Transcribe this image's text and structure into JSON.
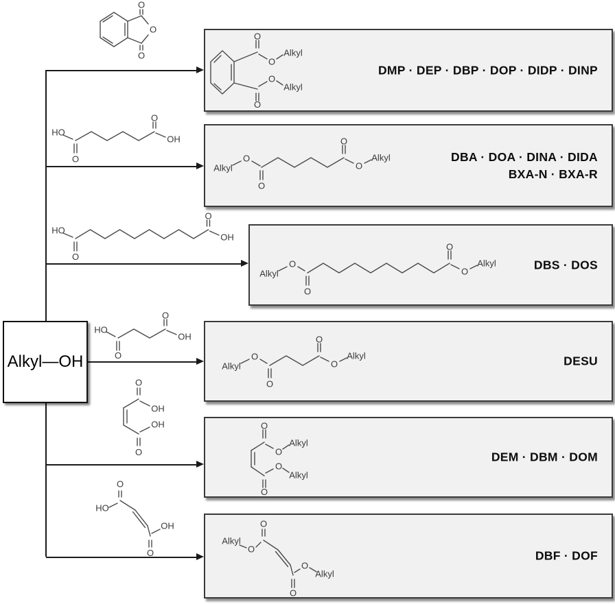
{
  "source_box": {
    "label": "Alkyl—OH"
  },
  "atom_labels": {
    "o": "O",
    "ho": "HO",
    "oh": "OH",
    "alkyl": "Alkyl"
  },
  "reactants": [
    {
      "id": "phthalic-anhydride"
    },
    {
      "id": "adipic-acid"
    },
    {
      "id": "sebacic-acid"
    },
    {
      "id": "succinic-acid"
    },
    {
      "id": "maleic-acid"
    },
    {
      "id": "fumaric-acid"
    }
  ],
  "product_boxes": [
    {
      "id": "phthalates",
      "lines": [
        "DMP · DEP · DBP · DOP · DIDP · DINP"
      ]
    },
    {
      "id": "adipates",
      "lines": [
        "DBA · DOA · DINA · DIDA",
        "BXA-N · BXA-R"
      ]
    },
    {
      "id": "sebacates",
      "lines": [
        "DBS · DOS"
      ]
    },
    {
      "id": "succinates",
      "lines": [
        "DESU"
      ]
    },
    {
      "id": "maleates",
      "lines": [
        "DEM · DBM · DOM"
      ]
    },
    {
      "id": "fumarates",
      "lines": [
        "DBF · DOF"
      ]
    }
  ],
  "colors": {
    "box_fill": "#f1f1f1",
    "box_border": "#3a3a3a",
    "connector": "#1a1a1a",
    "molecule_stroke": "#4a4a4a",
    "label_text": "#0d0d0d"
  }
}
